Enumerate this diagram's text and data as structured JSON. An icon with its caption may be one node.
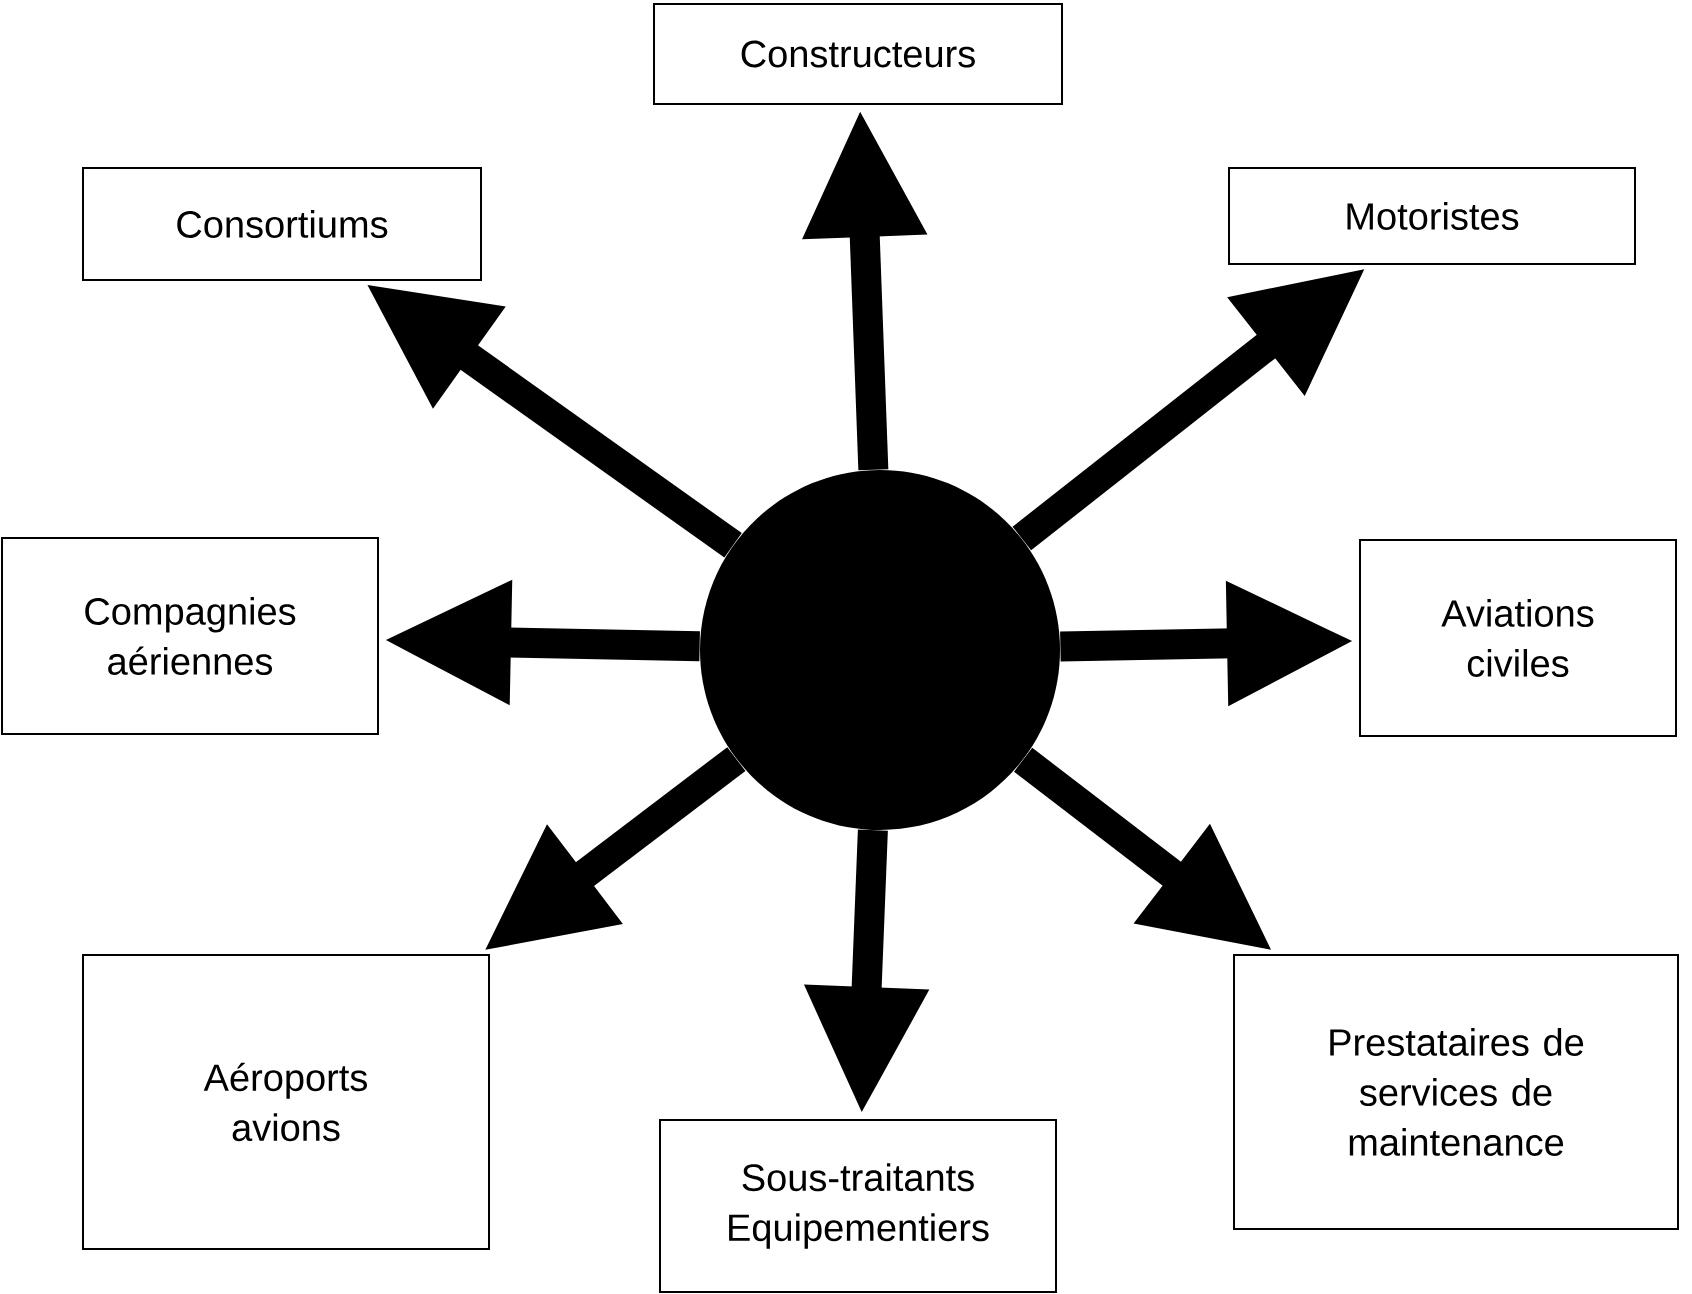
{
  "diagram": {
    "nodes": [
      {
        "text": [],
        "shape": "circle"
      },
      {
        "text": [
          "Constructeurs"
        ]
      },
      {
        "text": [
          "Consortiums"
        ]
      },
      {
        "text": [
          "Motoristes"
        ]
      },
      {
        "text": [
          "Compagnies aériennes"
        ]
      },
      {
        "text": [
          "Aviations civiles"
        ]
      },
      {
        "text": [
          "Aéroports avions"
        ]
      },
      {
        "text": [
          "Prestataires de services de maintenance"
        ]
      },
      {
        "text": [
          "Sous-traitants Equipementiers"
        ]
      }
    ],
    "edges": [
      {
        "from": 0,
        "to": 1,
        "arrow": "to"
      },
      {
        "from": 0,
        "to": 2,
        "arrow": "to"
      },
      {
        "from": 0,
        "to": 3,
        "arrow": "to"
      },
      {
        "from": 0,
        "to": 4,
        "arrow": "to"
      },
      {
        "from": 0,
        "to": 5,
        "arrow": "to"
      },
      {
        "from": 0,
        "to": 6,
        "arrow": "to"
      },
      {
        "from": 0,
        "to": 7,
        "arrow": "to"
      },
      {
        "from": 0,
        "to": 8,
        "arrow": "to"
      }
    ]
  }
}
